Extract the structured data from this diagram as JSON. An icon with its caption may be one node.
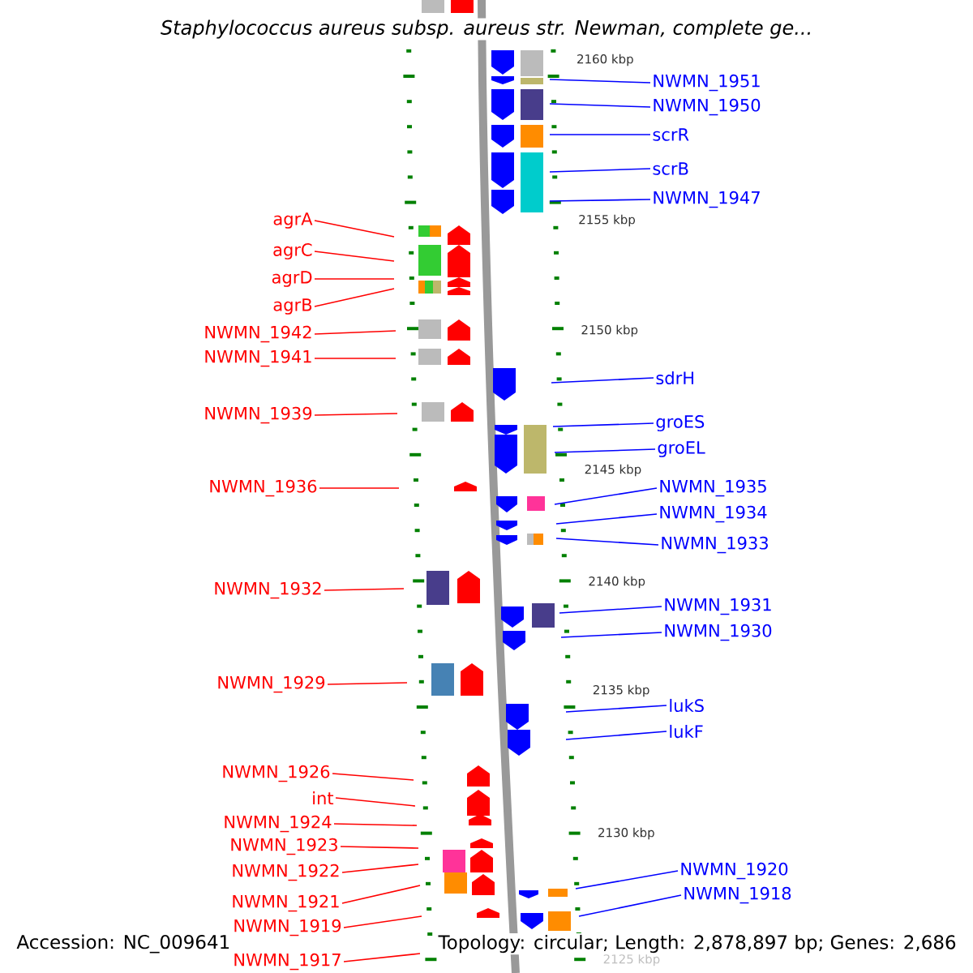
{
  "diagram": {
    "title": "Staphylococcus aureus subsp. aureus str. Newman, complete ge...",
    "nodes": [
      {
        "text": [
          "NWMN_1951"
        ]
      },
      {
        "text": [
          "NWMN_1950"
        ]
      },
      {
        "text": [
          "scrR"
        ]
      },
      {
        "text": [
          "scrB"
        ]
      },
      {
        "text": [
          "NWMN_1947"
        ]
      },
      {
        "text": [
          "agrA"
        ]
      },
      {
        "text": [
          "agrC"
        ]
      },
      {
        "text": [
          "agrD"
        ]
      },
      {
        "text": [
          "agrB"
        ]
      },
      {
        "text": [
          "NWMN_1942"
        ]
      },
      {
        "text": [
          "NWMN_1941"
        ]
      },
      {
        "text": [
          "sdrH"
        ]
      },
      {
        "text": [
          "NWMN_1939"
        ]
      },
      {
        "text": [
          "groES"
        ]
      },
      {
        "text": [
          "groEL"
        ]
      },
      {
        "text": [
          "NWMN_1936"
        ]
      },
      {
        "text": [
          "NWMN_1935"
        ]
      },
      {
        "text": [
          "NWMN_1934"
        ]
      },
      {
        "text": [
          "NWMN_1933"
        ]
      },
      {
        "text": [
          "NWMN_1932"
        ]
      },
      {
        "text": [
          "NWMN_1931"
        ]
      },
      {
        "text": [
          "NWMN_1930"
        ]
      },
      {
        "text": [
          "NWMN_1929"
        ]
      },
      {
        "text": [
          "lukS"
        ]
      },
      {
        "text": [
          "lukF"
        ]
      },
      {
        "text": [
          "NWMN_1926"
        ]
      },
      {
        "text": [
          "int"
        ]
      },
      {
        "text": [
          "NWMN_1924"
        ]
      },
      {
        "text": [
          "NWMN_1923"
        ]
      },
      {
        "text": [
          "NWMN_1920"
        ]
      },
      {
        "text": [
          "NWMN_1922"
        ]
      },
      {
        "text": [
          "NWMN_1918"
        ]
      },
      {
        "text": [
          "NWMN_1921"
        ]
      },
      {
        "text": [
          "NWMN_1919"
        ]
      },
      {
        "text": [
          "NWMN_1917"
        ]
      }
    ],
    "edges": [
      {
        "from": 0,
        "to": null,
        "arrow": "none",
        "color": "#0000ff"
      },
      {
        "from": 1,
        "to": null,
        "arrow": "none",
        "color": "#0000ff"
      },
      {
        "from": 2,
        "to": null,
        "arrow": "none",
        "color": "#0000ff"
      },
      {
        "from": 3,
        "to": null,
        "arrow": "none",
        "color": "#0000ff"
      },
      {
        "from": 4,
        "to": null,
        "arrow": "none",
        "color": "#0000ff"
      },
      {
        "from": 5,
        "to": null,
        "arrow": "none"
      },
      {
        "from": 6,
        "to": null,
        "arrow": "none"
      },
      {
        "from": 7,
        "to": null,
        "arrow": "none"
      },
      {
        "from": 8,
        "to": null,
        "arrow": "none"
      },
      {
        "from": 9,
        "to": null,
        "arrow": "none"
      },
      {
        "from": 10,
        "to": null,
        "arrow": "none"
      },
      {
        "from": 11,
        "to": null,
        "arrow": "none",
        "color": "#0000ff"
      },
      {
        "from": 12,
        "to": null,
        "arrow": "none"
      },
      {
        "from": 13,
        "to": null,
        "arrow": "none",
        "color": "#0000ff"
      },
      {
        "from": 14,
        "to": null,
        "arrow": "none",
        "color": "#0000ff"
      },
      {
        "from": 15,
        "to": null,
        "arrow": "none"
      },
      {
        "from": 16,
        "to": null,
        "arrow": "none",
        "color": "#0000ff"
      },
      {
        "from": 17,
        "to": null,
        "arrow": "none",
        "color": "#0000ff"
      },
      {
        "from": 18,
        "to": null,
        "arrow": "none",
        "color": "#0000ff"
      },
      {
        "from": 19,
        "to": null,
        "arrow": "none"
      },
      {
        "from": 20,
        "to": null,
        "arrow": "none",
        "color": "#0000ff"
      },
      {
        "from": 21,
        "to": null,
        "arrow": "none",
        "color": "#0000ff"
      },
      {
        "from": 22,
        "to": null,
        "arrow": "none"
      },
      {
        "from": 23,
        "to": null,
        "arrow": "none",
        "color": "#0000ff"
      },
      {
        "from": 24,
        "to": null,
        "arrow": "none",
        "color": "#0000ff"
      },
      {
        "from": 25,
        "to": null,
        "arrow": "none"
      },
      {
        "from": 26,
        "to": null,
        "arrow": "none"
      },
      {
        "from": 27,
        "to": null,
        "arrow": "none"
      },
      {
        "from": 28,
        "to": null,
        "arrow": "none"
      },
      {
        "from": 29,
        "to": null,
        "arrow": "none",
        "color": "#0000ff"
      },
      {
        "from": 30,
        "to": null,
        "arrow": "none"
      },
      {
        "from": 31,
        "to": null,
        "arrow": "none",
        "color": "#0000ff"
      },
      {
        "from": 32,
        "to": null,
        "arrow": "none"
      },
      {
        "from": 33,
        "to": null,
        "arrow": "none"
      },
      {
        "from": 34,
        "to": null,
        "arrow": "none"
      }
    ],
    "labels": [
      "2160 kbp",
      "2155 kbp",
      "2150 kbp",
      "2145 kbp",
      "2140 kbp",
      "2135 kbp",
      "2130 kbp",
      "2125 kbp",
      "Accession: NC_009641",
      "Topology: circular; Length: 2,878,897 bp; Genes: 2,686"
    ]
  }
}
